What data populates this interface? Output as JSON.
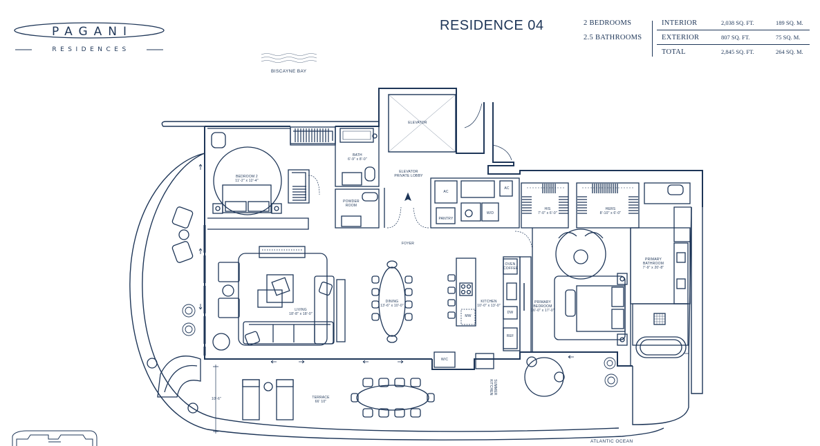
{
  "brand": {
    "name": "PAGANI",
    "sub": "RESIDENCES"
  },
  "residence": {
    "title": "RESIDENCE 04",
    "bedrooms": "2 BEDROOMS",
    "bathrooms": "2.5 BATHROOMS"
  },
  "areas": [
    {
      "label": "INTERIOR",
      "sqft": "2,038 SQ. FT.",
      "sqm": "189 SQ. M."
    },
    {
      "label": "EXTERIOR",
      "sqft": "807 SQ. FT.",
      "sqm": "75 SQ. M."
    },
    {
      "label": "TOTAL",
      "sqft": "2,845 SQ. FT.",
      "sqm": "264 SQ. M."
    }
  ],
  "orientation": {
    "top": "BISCAYNE BAY",
    "bottom": "ATLANTIC OCEAN"
  },
  "rooms": {
    "elevator": "ELEVATOR",
    "elevator_lobby": "ELEVATOR\nPRIVATE LOBBY",
    "bath": "BATH\n6'-9\" x 8'-0\"",
    "bedroom2": "BEDROOM 2\n11'-2\" x 12'-4\"",
    "powder": "POWDER\nROOM",
    "foyer": "FOYER",
    "pantry": "PANTRY",
    "ac1": "AC",
    "ac2": "AC",
    "wd": "W/D",
    "his": "HIS\n7'-0\" x 6'-0\"",
    "hers": "HERS\n8'-10\" x 6'-0\"",
    "primary_bath": "PRIMARY\nBATHROOM\n7'-9\" x 20'-8\"",
    "primary_bed": "PRIMARY\nBEDROOM\n16'-0\" x 17'-0\"",
    "living": "LIVING\n18'-8\" x 18'-0\"",
    "dining": "DINING\n13'-6\" x 10'-0\"",
    "kitchen": "KITCHEN\n10'-0\" x 13'-0\"",
    "oven": "OVEN\nCOFFEE",
    "dw": "DW",
    "mw": "MW",
    "ref": "REF",
    "wc": "W/C",
    "terrace": "TERRACE\n66' 10\"",
    "terrace_dim": "10'-6\"",
    "summer_kitchen": "SUMMER\nKITCHEN"
  }
}
